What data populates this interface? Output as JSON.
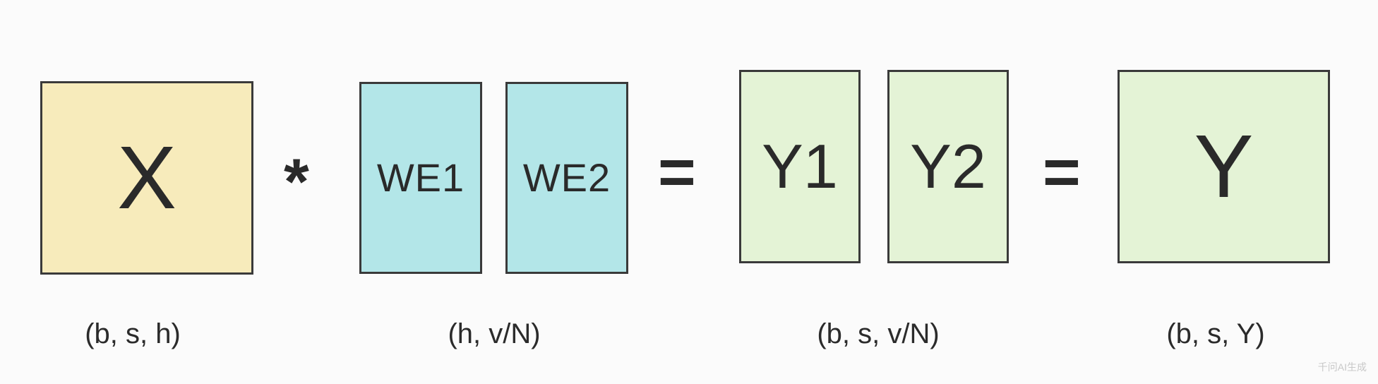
{
  "boxes": {
    "x": {
      "label": "X",
      "color": "#f7ebbb"
    },
    "we1": {
      "label": "WE1",
      "color": "#b3e6e8"
    },
    "we2": {
      "label": "WE2",
      "color": "#b3e6e8"
    },
    "y1": {
      "label": "Y1",
      "color": "#e4f3d6"
    },
    "y2": {
      "label": "Y2",
      "color": "#e4f3d6"
    },
    "y": {
      "label": "Y",
      "color": "#e4f3d6"
    }
  },
  "operators": {
    "multiply": "*",
    "equals_1": "=",
    "equals_2": "="
  },
  "dimensions": {
    "x": "(b, s, h)",
    "we": "(h, v/N)",
    "y_parts": "(b, s, v/N)",
    "y": "(b, s, Y)"
  },
  "watermark": "千问AI生成"
}
